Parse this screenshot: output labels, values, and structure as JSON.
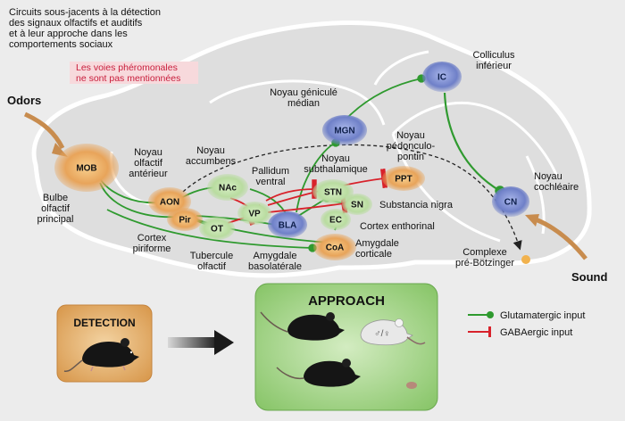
{
  "title": [
    "Circuits sous-jacents à la détection",
    "des signaux olfactifs et auditifs",
    "et à leur approche dans les",
    "comportements sociaux"
  ],
  "note": [
    "Les voies phéromonales",
    "ne sont pas mentionnées"
  ],
  "inputs": {
    "odors": "Odors",
    "sound": "Sound"
  },
  "nodes": {
    "mob": "MOB",
    "aon": "AON",
    "pir": "Pir",
    "nac": "NAc",
    "ot": "OT",
    "vp": "VP",
    "bla": "BLA",
    "stn": "STN",
    "sn": "SN",
    "ec": "EC",
    "coa": "CoA",
    "ppt": "PPT",
    "mgn": "MGN",
    "ic": "IC",
    "cn": "CN"
  },
  "labels": {
    "bulbe": [
      "Bulbe",
      "olfactif",
      "principal"
    ],
    "noyau_olf": [
      "Noyau",
      "olfactif",
      "antérieur"
    ],
    "noyau_acc": [
      "Noyau",
      "accumbens"
    ],
    "pallidum": [
      "Pallidum",
      "ventral"
    ],
    "noyau_sub": [
      "Noyau",
      "subthalamique"
    ],
    "noyau_ped": [
      "Noyau",
      "pédonculo-",
      "pontin"
    ],
    "noyau_gen": [
      "Noyau géniculé",
      "médian"
    ],
    "colliculus": [
      "Colliculus",
      "inférieur"
    ],
    "noyau_coch": [
      "Noyau",
      "cochléaire"
    ],
    "substancia": "Substancia nigra",
    "cortex_ent": "Cortex enthorinal",
    "cortex_pir": [
      "Cortex",
      "piriforme"
    ],
    "tubercule": [
      "Tubercule",
      "olfactif"
    ],
    "amyg_baso": [
      "Amygdale",
      "basolatérale"
    ],
    "amyg_cort": [
      "Amygdale",
      "corticale"
    ],
    "complexe": [
      "Complexe",
      "pré-Bötzinger"
    ]
  },
  "panels": {
    "detection": "DETECTION",
    "approach": "APPROACH",
    "sex_symbols": "♂/♀"
  },
  "legend": {
    "glutamatergic": "Glutamatergic input",
    "gabaergic": "GABAergic input"
  },
  "colors": {
    "background": "#ececec",
    "brain_fill": "#dedede",
    "brain_stroke": "#ffffff",
    "orange_node": "#e8a45a",
    "green_node": "#b9dca0",
    "blue_node": "#6f80c8",
    "glutamatergic": "#2f9a2f",
    "gabaergic": "#d8222b",
    "input_arrow": "#c88c4e",
    "note_bg": "#f7d9dc",
    "note_text": "#c81e3c",
    "detection_bg": "#e2ad69",
    "approach_bg": "#9ed080"
  },
  "icons": [
    "arrow-right-icon",
    "mouse-icon",
    "pup-icon"
  ]
}
